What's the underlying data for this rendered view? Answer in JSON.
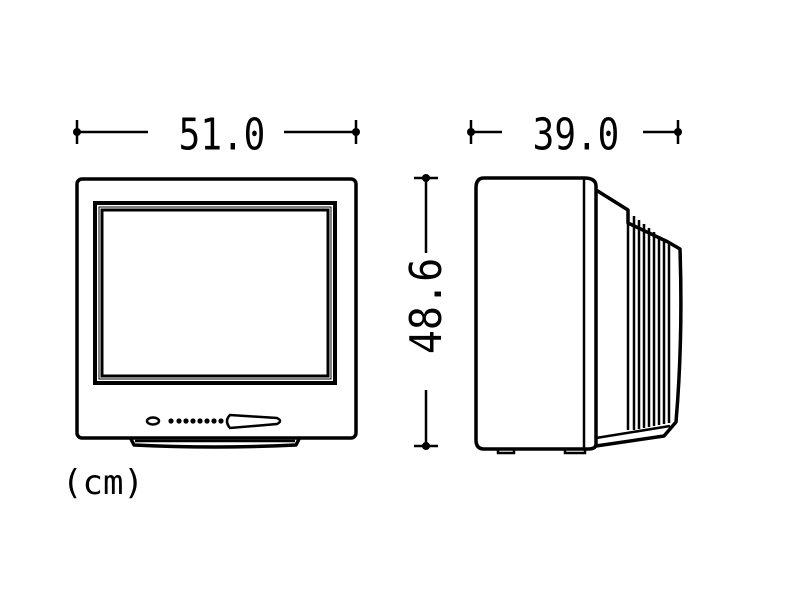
{
  "dimensions": {
    "width": "51.0",
    "depth": "39.0",
    "height": "48.6",
    "unit": "(cm)"
  },
  "colors": {
    "line": "#000000",
    "background": "#ffffff"
  }
}
